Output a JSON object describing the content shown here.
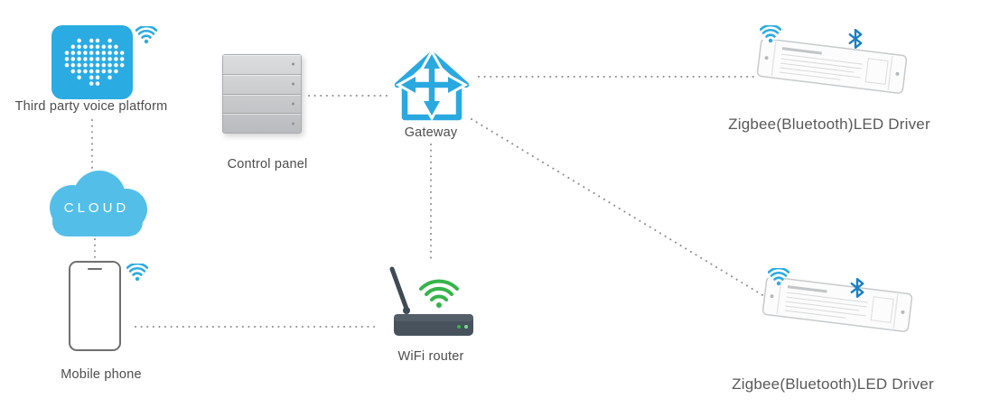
{
  "diagram": {
    "nodes": {
      "voice_platform": {
        "label": "Third party voice platform"
      },
      "cloud": {
        "label": "CLOUD"
      },
      "mobile_phone": {
        "label": "Mobile phone"
      },
      "control_panel": {
        "label": "Control panel"
      },
      "gateway": {
        "label": "Gateway"
      },
      "wifi_router": {
        "label": "WiFi router"
      },
      "led_driver_top": {
        "label": "Zigbee(Bluetooth)LED Driver"
      },
      "led_driver_bottom": {
        "label": "Zigbee(Bluetooth)LED Driver"
      }
    },
    "connections": [
      {
        "from": "voice_platform",
        "to": "cloud",
        "style": "dotted"
      },
      {
        "from": "cloud",
        "to": "mobile_phone",
        "style": "dotted"
      },
      {
        "from": "mobile_phone",
        "to": "wifi_router",
        "style": "dotted"
      },
      {
        "from": "control_panel",
        "to": "gateway",
        "style": "dotted"
      },
      {
        "from": "gateway",
        "to": "led_driver_top",
        "style": "dotted"
      },
      {
        "from": "gateway",
        "to": "wifi_router",
        "style": "dotted"
      },
      {
        "from": "gateway",
        "to": "led_driver_bottom",
        "style": "dotted"
      }
    ],
    "icons": {
      "wifi": "three signal arcs with dot",
      "bluetooth": "bluetooth rune",
      "gateway": "house with four-way arrows",
      "cloud": "cloud shape",
      "router": "box with antenna and green wifi arcs"
    },
    "colors": {
      "accent_blue": "#2aabe2",
      "cloud_blue": "#53bfe9",
      "wifi_green": "#35b44a",
      "router_body": "#47525c",
      "bluetooth_blue": "#1b7fc4",
      "label_text": "#4d4d4d",
      "dotted_line": "#8c8c8c"
    }
  }
}
